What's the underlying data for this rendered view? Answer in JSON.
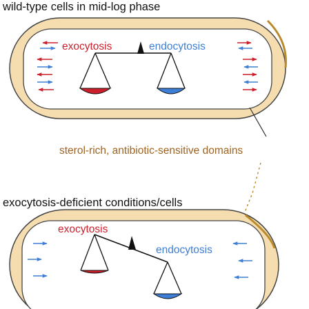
{
  "top_panel": {
    "title": "wild-type cells in mid-log phase",
    "exocytosis_label": "exocytosis",
    "endocytosis_label": "endocytosis"
  },
  "domain_label": "sterol-rich, antibiotic-sensitive domains",
  "bottom_panel": {
    "title": "exocytosis-deficient conditions/cells",
    "exocytosis_label": "exocytosis",
    "endocytosis_label": "endocytosis"
  },
  "colors": {
    "exocytosis": "#cc1f2b",
    "endocytosis": "#3d7fd6",
    "cell_fill": "#f5ddb0",
    "cell_stroke": "#444444",
    "ochre": "#b98a2c",
    "inner_fill": "#ffffff"
  }
}
